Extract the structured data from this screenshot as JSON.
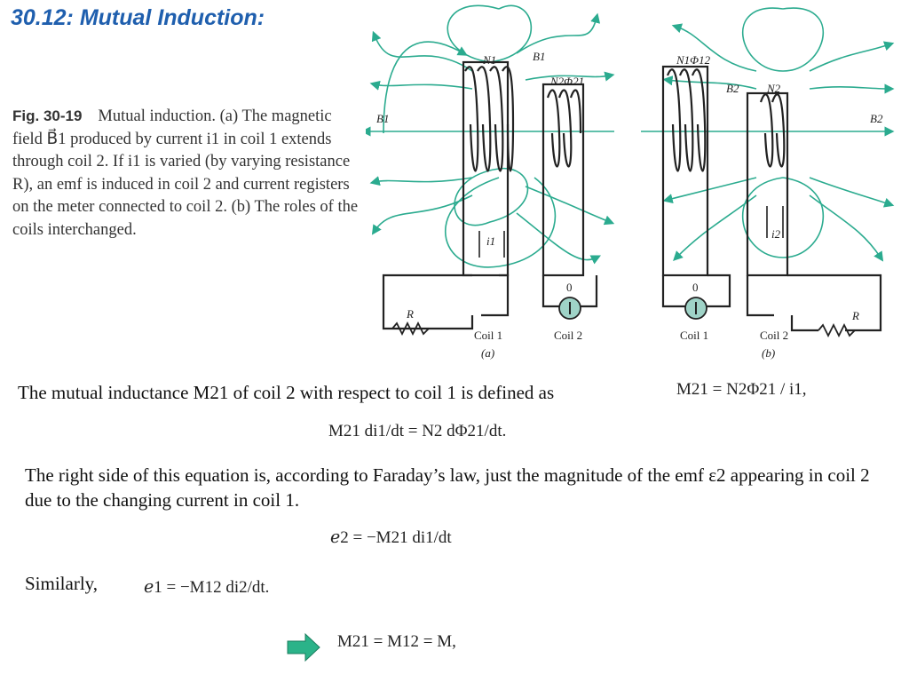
{
  "title": "30.12: Mutual Induction:",
  "caption": {
    "fig_label": "Fig. 30-19",
    "text": "Mutual induction. (a) The magnetic field B⃗1 produced by current i1 in coil 1 extends through coil 2. If i1 is varied (by varying resistance R), an emf is induced in coil 2 and current registers on the meter connected to coil 2. (b) The roles of the coils interchanged."
  },
  "figure": {
    "a": {
      "n1": "N1",
      "b1_top": "B1",
      "n2phi21": "N2Φ21",
      "b1_left": "B1",
      "i1": "i1",
      "r": "R",
      "meter_zero": "0",
      "coil1": "Coil 1",
      "coil2": "Coil 2",
      "panel": "(a)"
    },
    "b": {
      "n1phi12": "N1Φ12",
      "b2_top": "B2",
      "n2": "N2",
      "b2_right": "B2",
      "i2": "i2",
      "r": "R",
      "meter_zero": "0",
      "coil1": "Coil 1",
      "coil2": "Coil 2",
      "panel": "(b)"
    }
  },
  "text1": "The mutual inductance M21 of coil 2 with respect to coil 1 is defined as",
  "text2": "The right side of this equation is, according to Faraday’s law, just the magnitude of the emf ε2 appearing in coil 2 due to the changing current in coil 1.",
  "text3": "Similarly,",
  "equations": {
    "eq1": "M21 = N2Φ21 / i1,",
    "eq2": "M21 di1/dt = N2 dΦ21/dt.",
    "eq3": "ℯ2 = −M21 di1/dt",
    "eq4": "ℯ1 = −M12 di2/dt.",
    "eq5": "M21 = M12 = M,"
  },
  "colors": {
    "title": "#1f5fae",
    "field_lines": "#2bab8f",
    "arrow": "#2bb389"
  }
}
